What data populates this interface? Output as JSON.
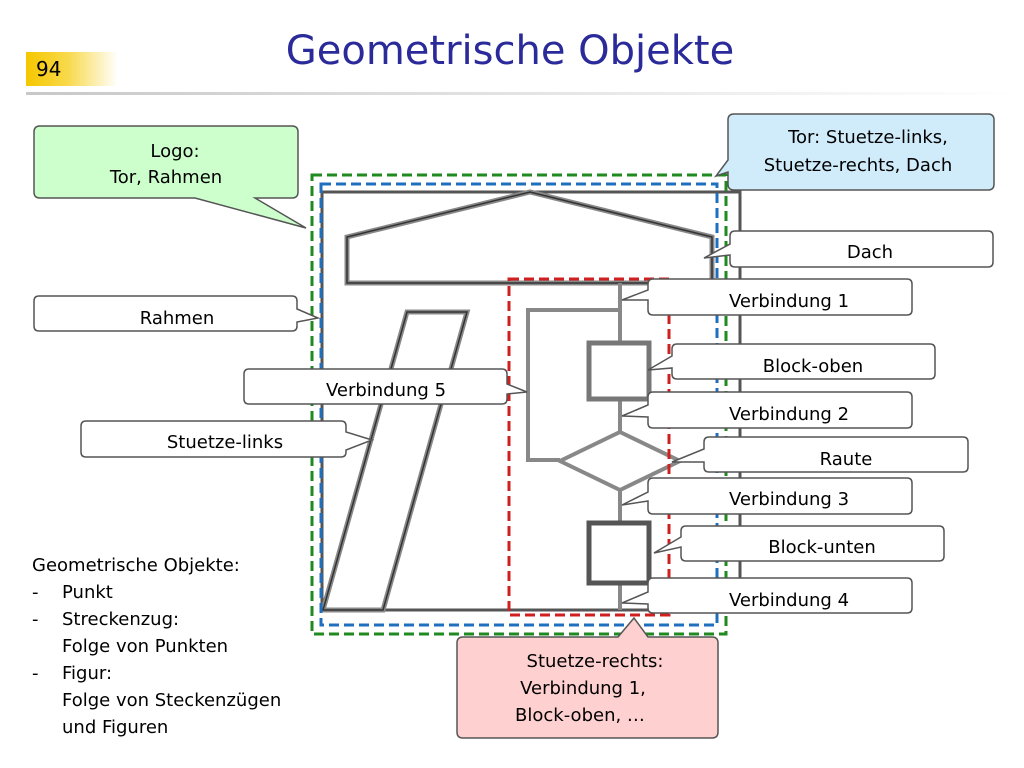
{
  "slide": {
    "number": "94",
    "title": "Geometrische Objekte"
  },
  "colors": {
    "title": "#2a2a9a",
    "green_callout": "#ccffcc",
    "blue_callout": "#d0ecfb",
    "red_callout": "#ffd0d0",
    "green_dash": "#1f8a1f",
    "blue_dash": "#1f6fbf",
    "red_dash": "#d01f1f"
  },
  "callouts": {
    "logo": [
      "Logo:",
      "Tor, Rahmen"
    ],
    "tor": [
      "Tor: Stuetze-links,",
      "Stuetze-rechts, Dach"
    ],
    "dach": "Dach",
    "rahmen": "Rahmen",
    "verbindung1": "Verbindung 1",
    "block_oben": "Block-oben",
    "verbindung5": "Verbindung 5",
    "verbindung2": "Verbindung 2",
    "stuetze_links": "Stuetze-links",
    "raute": "Raute",
    "verbindung3": "Verbindung 3",
    "block_unten": "Block-unten",
    "verbindung4": "Verbindung 4",
    "stuetze_rechts": [
      "Stuetze-rechts:",
      "Verbindung 1,",
      "Block-oben, …"
    ]
  },
  "objects_list": {
    "heading": "Geometrische Objekte:",
    "items": [
      {
        "dash": "-",
        "lines": [
          "Punkt"
        ]
      },
      {
        "dash": "-",
        "lines": [
          "Streckenzug:",
          "Folge von Punkten"
        ]
      },
      {
        "dash": "-",
        "lines": [
          "Figur:",
          "Folge von Steckenzügen",
          "und Figuren"
        ]
      }
    ]
  }
}
